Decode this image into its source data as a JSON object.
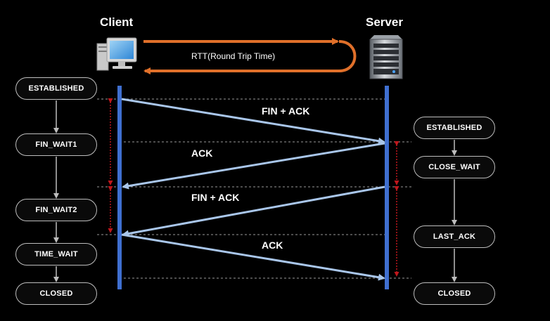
{
  "client": {
    "title": "Client",
    "states": [
      "ESTABLISHED",
      "FIN_WAIT1",
      "FIN_WAIT2",
      "TIME_WAIT",
      "CLOSED"
    ]
  },
  "server": {
    "title": "Server",
    "states": [
      "ESTABLISHED",
      "CLOSE_WAIT",
      "LAST_ACK",
      "CLOSED"
    ]
  },
  "rtt_label": "RTT(Round Trip Time)",
  "messages": [
    {
      "label": "FIN + ACK",
      "from": "client",
      "to": "server"
    },
    {
      "label": "ACK",
      "from": "server",
      "to": "client"
    },
    {
      "label": "FIN + ACK",
      "from": "server",
      "to": "client"
    },
    {
      "label": "ACK",
      "from": "client",
      "to": "server"
    }
  ],
  "icons": {
    "client": "desktop-computer-icon",
    "server": "server-tower-icon"
  },
  "colors": {
    "background": "#000000",
    "lifeline": "#3f6fd0",
    "message_arrow": "#a9c6ea",
    "rtt_arrow": "#e0702a",
    "interval_marker": "#c0171c",
    "state_border": "#bdbdbd"
  }
}
